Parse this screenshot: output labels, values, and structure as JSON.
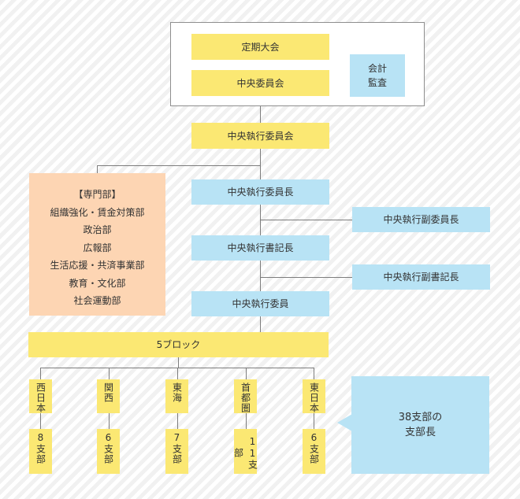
{
  "top_group": {
    "regular_convention": "定期大会",
    "central_committee": "中央委員会",
    "audit": "会計\n監査"
  },
  "central_executive_committee": "中央執行委員会",
  "chair": "中央執行委員長",
  "vice_chair": "中央執行副委員長",
  "secretary_general": "中央執行書記長",
  "deputy_secretary": "中央執行副書記長",
  "executive_members": "中央執行委員",
  "departments": {
    "heading": "【専門部】",
    "items": [
      "組織強化・賃金対策部",
      "政治部",
      "広報部",
      "生活応援・共済事業部",
      "教育・文化部",
      "社会運動部"
    ]
  },
  "blocks_label": "5ブロック",
  "blocks": [
    {
      "name": "西日本",
      "branches": "8支部"
    },
    {
      "name": "関西",
      "branches": "6支部"
    },
    {
      "name": "東海",
      "branches": "7支部"
    },
    {
      "name": "首都圏",
      "branches": "11支部"
    },
    {
      "name": "東日本",
      "branches": "6支部"
    }
  ],
  "branch_heads": "38支部の\n支部長",
  "colors": {
    "yellow": "#fbe873",
    "blue": "#b8e3f5",
    "peach": "#fdd5b3",
    "line": "#7c7c7c"
  }
}
